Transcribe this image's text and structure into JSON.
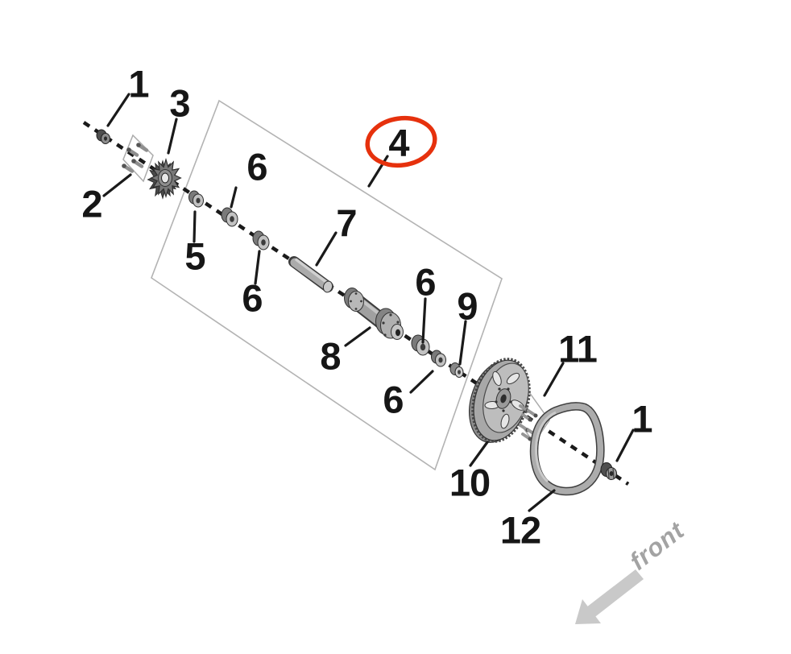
{
  "diagram": {
    "kind": "exploded-parts-diagram",
    "highlighted_part": "4"
  },
  "callouts": [
    {
      "part": "1"
    },
    {
      "part": "2"
    },
    {
      "part": "3"
    },
    {
      "part": "4"
    },
    {
      "part": "5"
    },
    {
      "part": "6"
    },
    {
      "part": "6"
    },
    {
      "part": "7"
    },
    {
      "part": "8"
    },
    {
      "part": "6"
    },
    {
      "part": "9"
    },
    {
      "part": "6"
    },
    {
      "part": "10"
    },
    {
      "part": "11"
    },
    {
      "part": "12"
    },
    {
      "part": "1"
    }
  ],
  "orientation": {
    "label": "front"
  },
  "colors": {
    "highlight_red": "#e6310d",
    "callout_text": "#161616",
    "thin_outline_gray": "#ababab",
    "part_gray": "#a8a8a8",
    "arrow_gray": "#c9c9c9",
    "orientation_text": "#a3a3a3"
  }
}
